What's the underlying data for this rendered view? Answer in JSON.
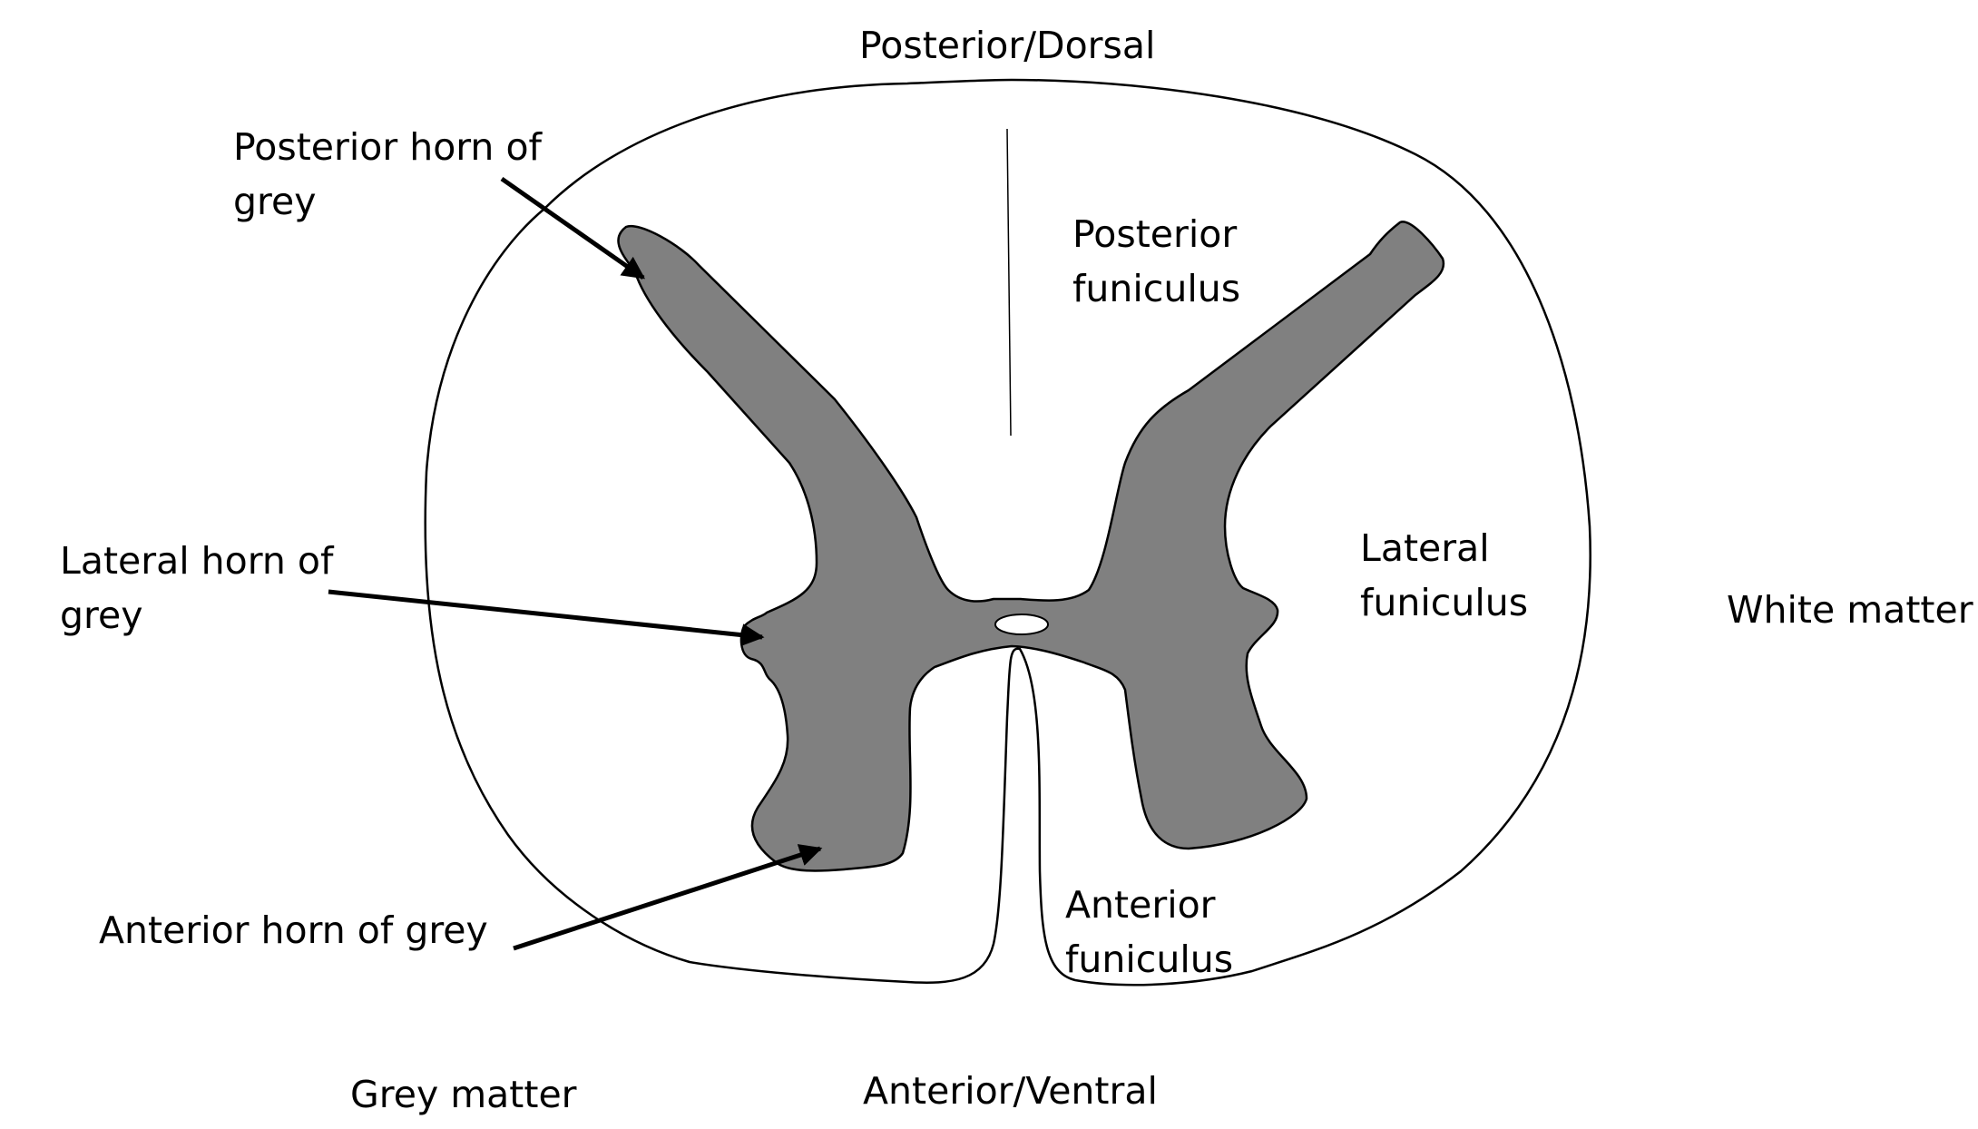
{
  "labels": {
    "posterior_dorsal": "Posterior/Dorsal",
    "anterior_ventral": "Anterior/Ventral",
    "posterior_horn": [
      "Posterior horn of",
      "grey"
    ],
    "lateral_horn": [
      "Lateral horn of",
      "grey"
    ],
    "anterior_horn": "Anterior horn of grey",
    "posterior_funiculus": [
      "Posterior",
      "funiculus"
    ],
    "lateral_funiculus": [
      "Lateral",
      "funiculus"
    ],
    "anterior_funiculus": [
      "Anterior",
      "funiculus"
    ],
    "white_matter": "White matter",
    "grey_matter": "Grey matter"
  },
  "colors": {
    "grey_matter_fill": "#808080",
    "outline": "#000000",
    "background": "#ffffff"
  }
}
